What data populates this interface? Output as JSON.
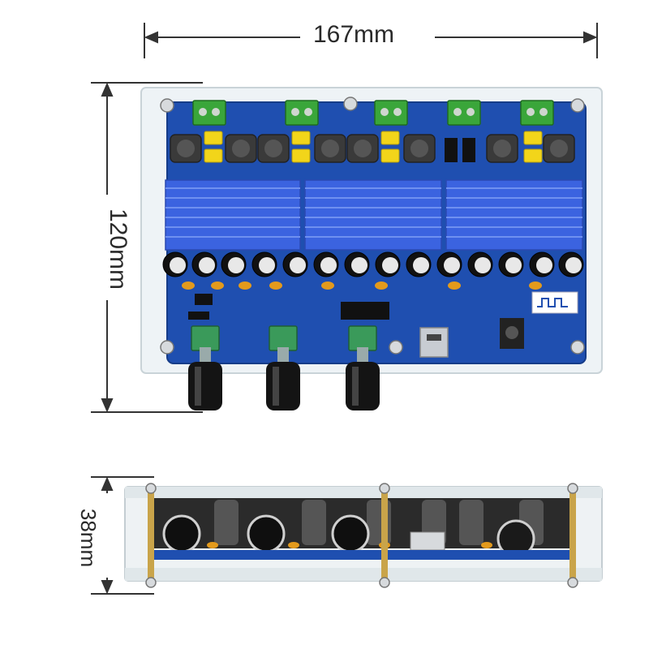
{
  "dimensions": {
    "width": "167mm",
    "height": "120mm",
    "depth": "38mm"
  },
  "colors": {
    "pcb": "#1f4fb0",
    "heatsink": "#3b63e0",
    "terminal": "#3aa63a",
    "capacitor_yellow": "#f2d51a",
    "knob": "#111111",
    "acrylic": "#e7eef2"
  }
}
